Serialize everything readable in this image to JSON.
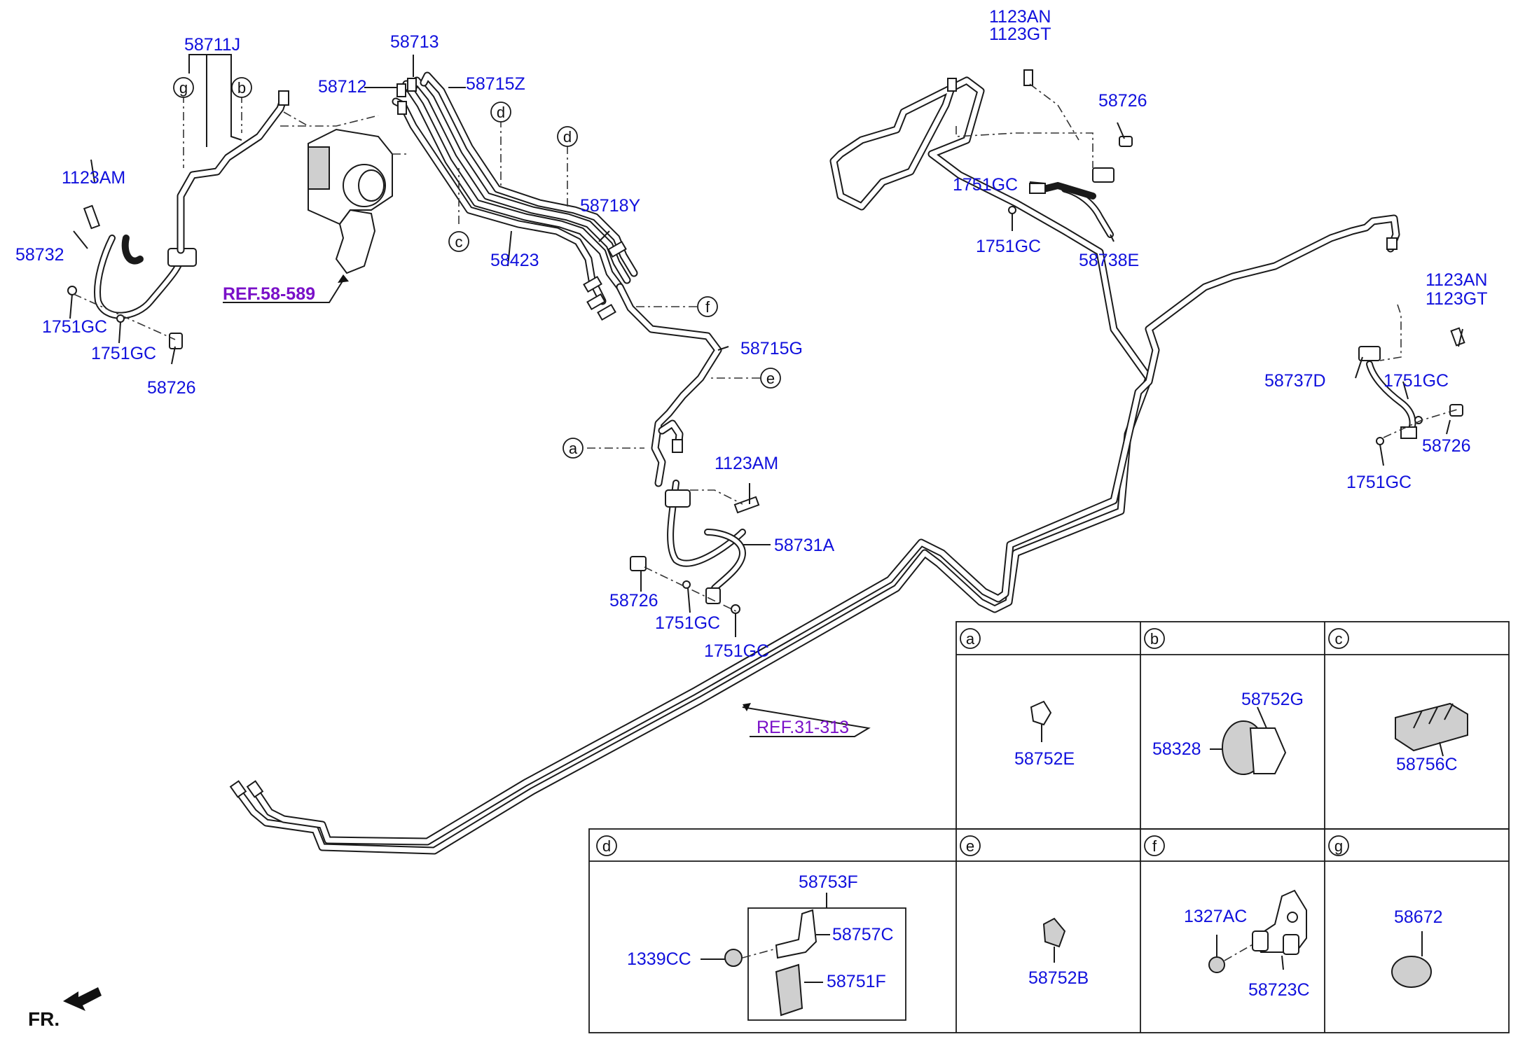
{
  "labels": {
    "l_58711J": "58711J",
    "l_58713": "58713",
    "l_58712": "58712",
    "l_58715Z": "58715Z",
    "l_1123AM_a": "1123AM",
    "l_58732": "58732",
    "l_1751GC_a": "1751GC",
    "l_1751GC_b": "1751GC",
    "l_58726_a": "58726",
    "l_58718Y": "58718Y",
    "l_58423": "58423",
    "l_58715G": "58715G",
    "l_1123AM_b": "1123AM",
    "l_58731A": "58731A",
    "l_58726_b": "58726",
    "l_1751GC_c": "1751GC",
    "l_1751GC_d": "1751GC",
    "l_1123AN_a": "1123AN",
    "l_1123GT_a": "1123GT",
    "l_58726_c": "58726",
    "l_1751GC_e": "1751GC",
    "l_1751GC_f": "1751GC",
    "l_58738E": "58738E",
    "l_1123AN_b": "1123AN",
    "l_1123GT_b": "1123GT",
    "l_58737D": "58737D",
    "l_1751GC_g": "1751GC",
    "l_58726_d": "58726",
    "l_1751GC_h": "1751GC"
  },
  "refs": {
    "ref_58589": "REF.58-589",
    "ref_31313": "REF.31-313"
  },
  "callouts": {
    "g": "g",
    "b": "b",
    "d1": "d",
    "d2": "d",
    "c": "c",
    "f": "f",
    "e": "e",
    "a": "a"
  },
  "detail_table": {
    "cells": [
      {
        "letter": "a",
        "parts": [
          "58752E"
        ]
      },
      {
        "letter": "b",
        "parts": [
          "58752G",
          "58328"
        ]
      },
      {
        "letter": "c",
        "parts": [
          "58756C"
        ]
      },
      {
        "letter": "d",
        "parts": [
          "58753F",
          "58757C",
          "1339CC",
          "58751F"
        ]
      },
      {
        "letter": "e",
        "parts": [
          "58752B"
        ]
      },
      {
        "letter": "f",
        "parts": [
          "1327AC",
          "58723C"
        ]
      },
      {
        "letter": "g",
        "parts": [
          "58672"
        ]
      }
    ]
  },
  "front_marker": "FR."
}
